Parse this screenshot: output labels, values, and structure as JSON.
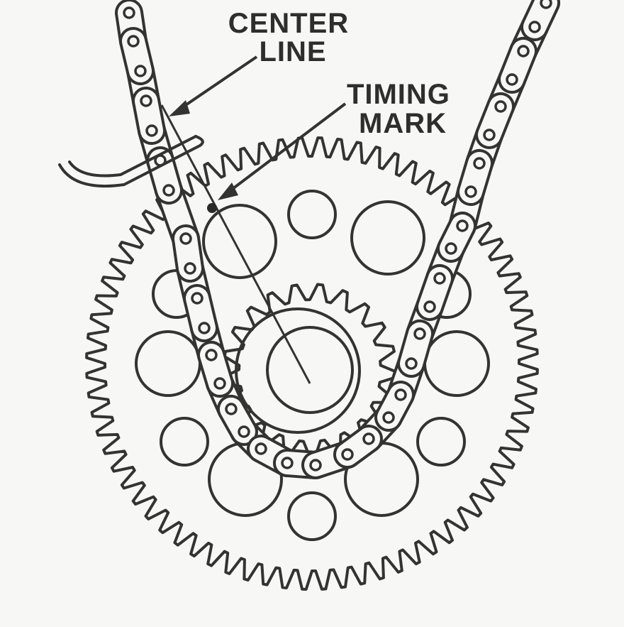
{
  "labels": {
    "center_line": [
      "CENTER",
      "LINE"
    ],
    "timing_mark": [
      "TIMING",
      "MARK"
    ]
  },
  "colors": {
    "ink": "#333333",
    "paper": "#f7f7f5"
  }
}
